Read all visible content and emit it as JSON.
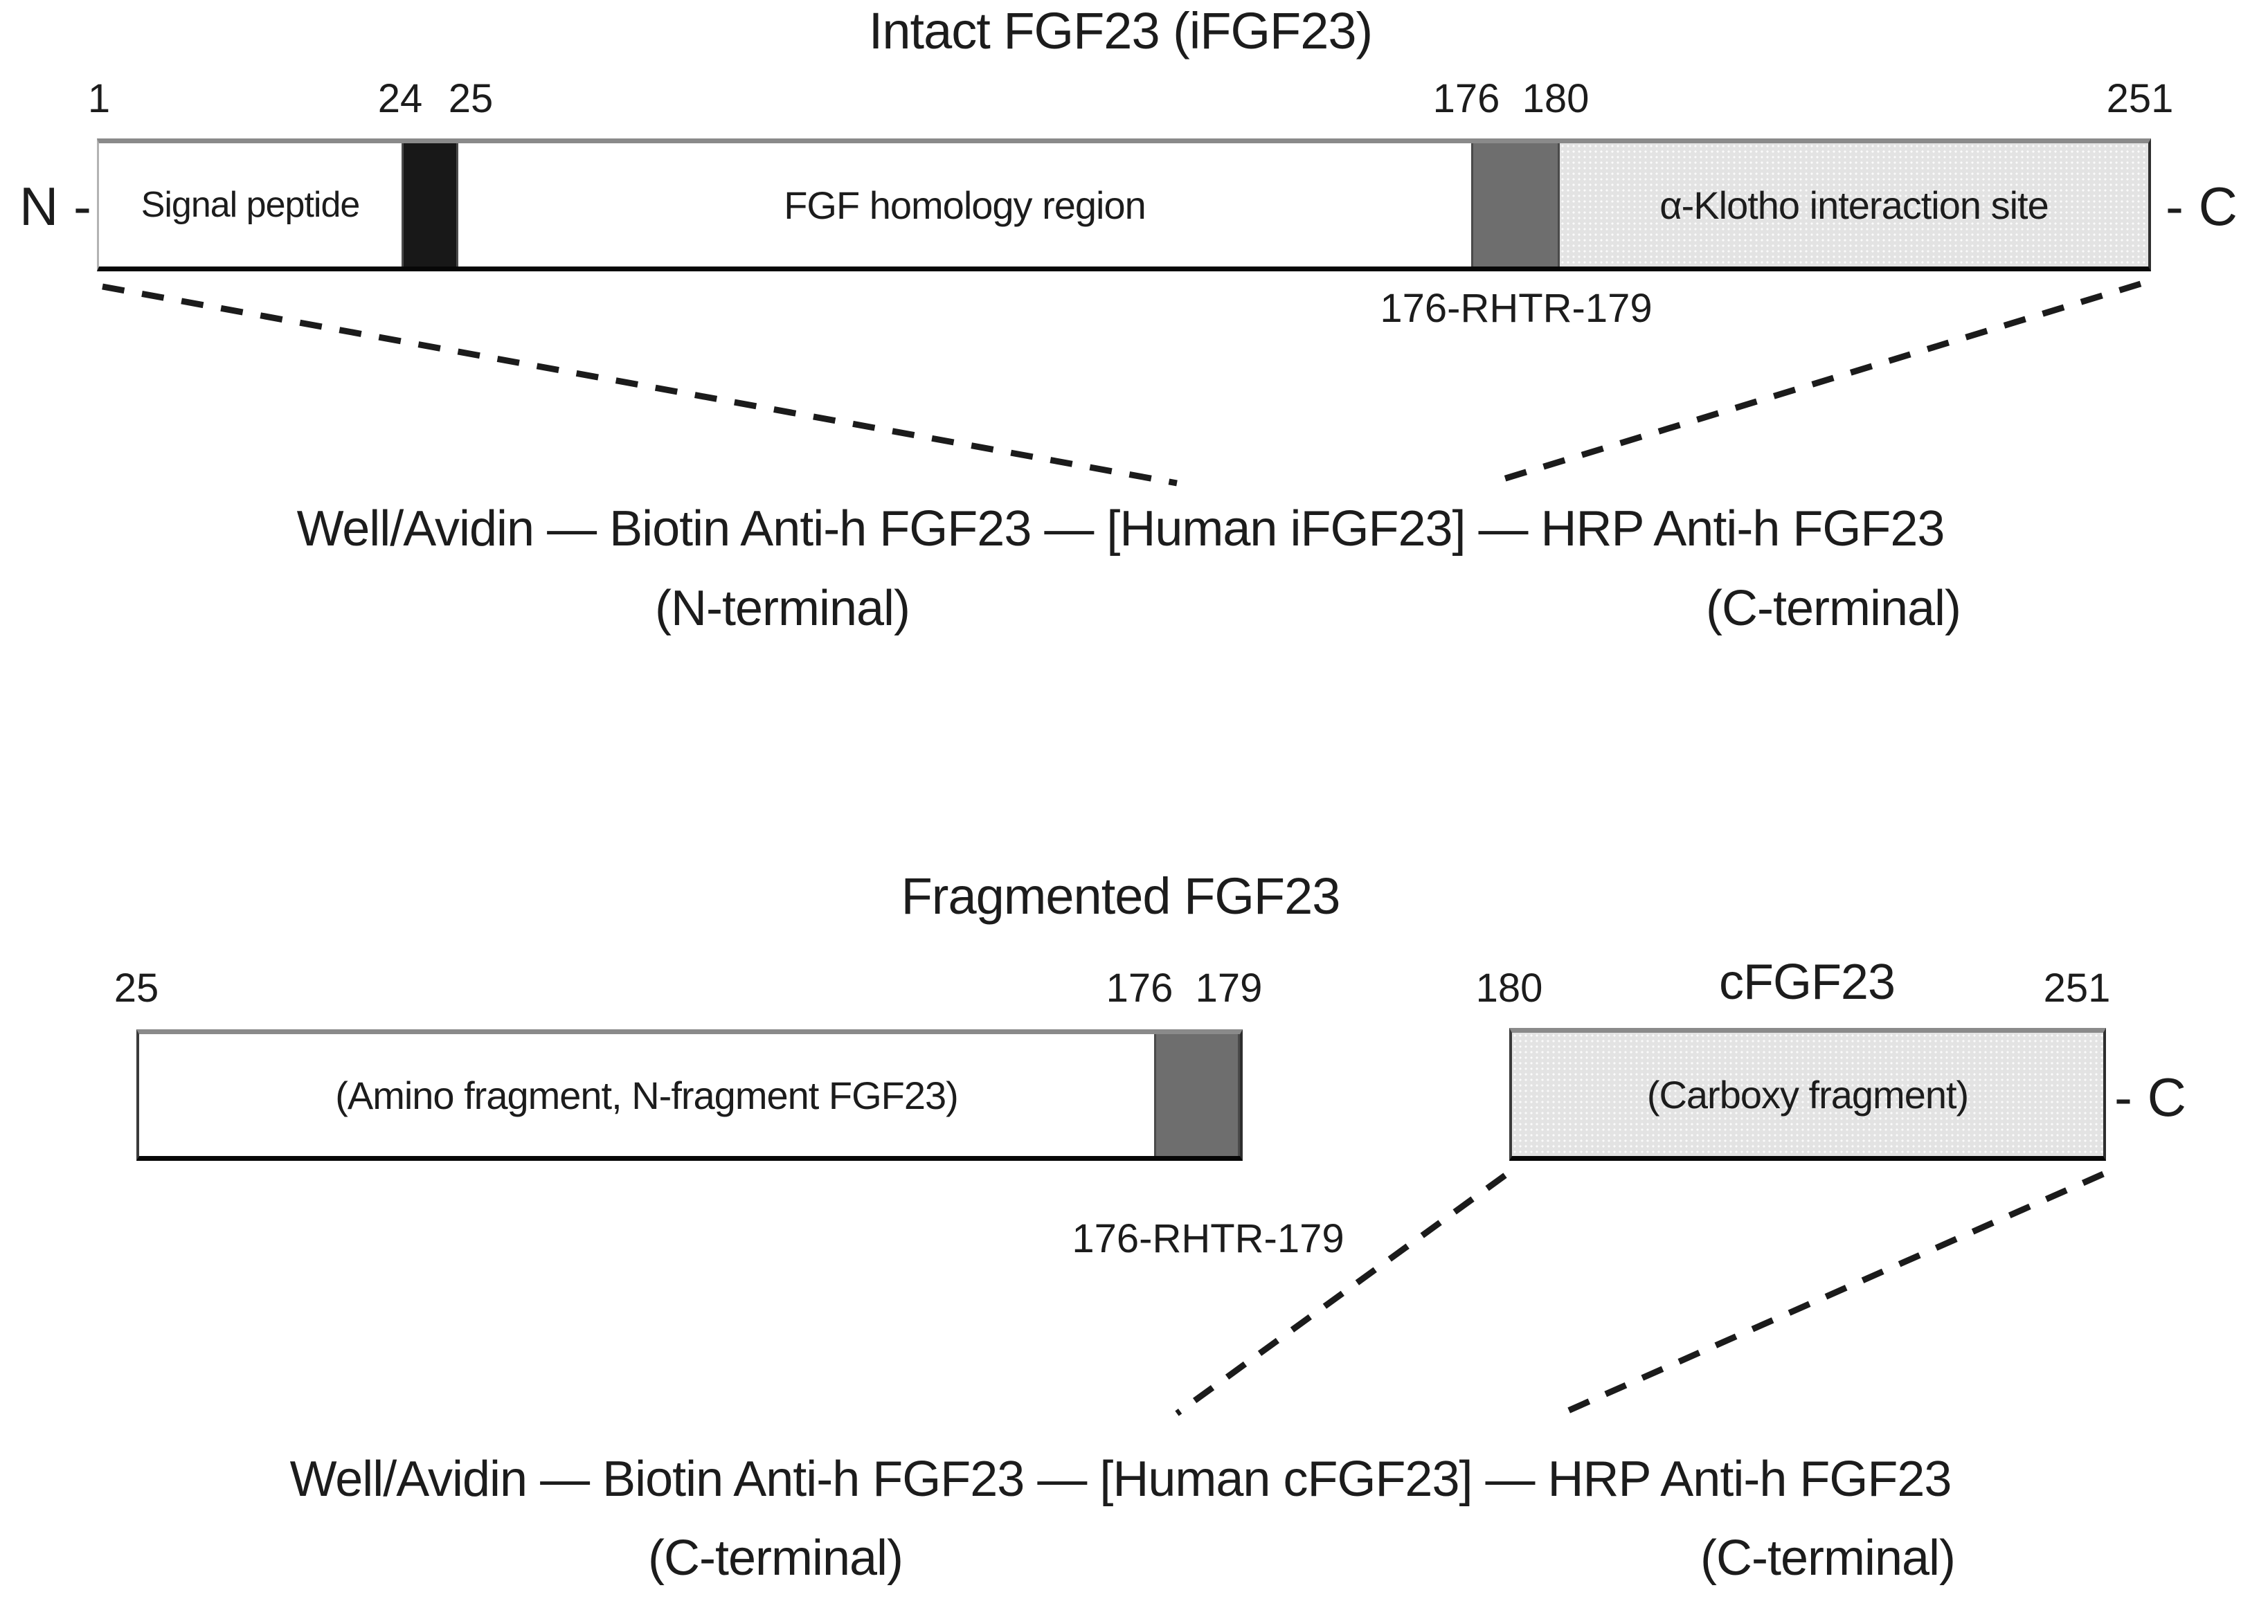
{
  "intact": {
    "title": "Intact FGF23 (iFGF23)",
    "n_terminus_label": "N -",
    "c_terminus_label": "- C",
    "positions": {
      "p1": "1",
      "p24": "24",
      "p25": "25",
      "p176": "176",
      "p180": "180",
      "p251": "251"
    },
    "segments": {
      "signal_peptide": "Signal peptide",
      "fgf_homology": "FGF homology region",
      "klotho_site": "α-Klotho interaction site"
    },
    "cleavage_site": "176-RHTR-179",
    "assay": {
      "sandwich_line": "Well/Avidin — Biotin Anti-h FGF23 — [Human iFGF23] — HRP Anti-h FGF23",
      "capture_terminal": "(N-terminal)",
      "detection_terminal": "(C-terminal)"
    }
  },
  "fragmented": {
    "title": "Fragmented FGF23",
    "c_terminus_label": "- C",
    "positions": {
      "p25": "25",
      "p176": "176",
      "p179": "179",
      "p180": "180",
      "p251": "251"
    },
    "n_fragment_label": "(Amino fragment, N-fragment FGF23)",
    "c_fragment_title": "cFGF23",
    "c_fragment_label": "(Carboxy fragment)",
    "cleavage_site": "176-RHTR-179",
    "assay": {
      "sandwich_line": "Well/Avidin — Biotin Anti-h FGF23 — [Human cFGF23] — HRP Anti-h FGF23",
      "capture_terminal": "(C-terminal)",
      "detection_terminal": "(C-terminal)"
    }
  },
  "colors": {
    "text": "#1c1c1c",
    "black_band": "#181818",
    "cleavage_band": "#6e6e6e",
    "c_fragment_fill": "#e3e3e3",
    "dash_line": "#1b1b1b"
  }
}
